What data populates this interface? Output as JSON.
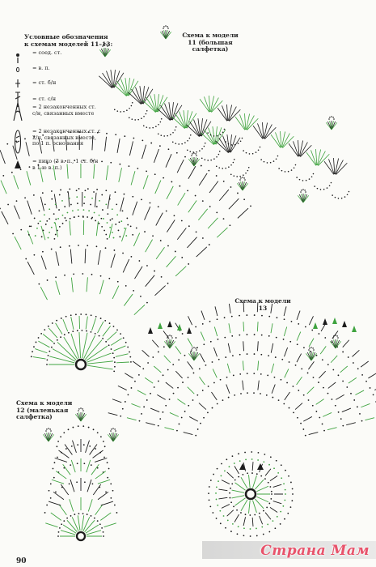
{
  "legend": {
    "title": "Условные обозначения к схемам моделей 11–13:",
    "items": [
      {
        "icon": "slip-stitch-icon",
        "text": "= соед. ст."
      },
      {
        "icon": "chain-icon",
        "text": "= в. п."
      },
      {
        "icon": "single-crochet-icon",
        "text": "= ст. б/н"
      },
      {
        "icon": "double-crochet-icon",
        "text": "= ст. с/н"
      },
      {
        "icon": "two-dc-together-icon",
        "text": "= 2 незаконченных ст. с/н, связанных вместе"
      },
      {
        "icon": "two-tr-together-icon",
        "text": "= 2 незаконченных ст. с 2/н, связанных вместе, по 1 п. осно вания"
      },
      {
        "icon": "picot-icon",
        "text": "= пико (3 в. п., 1 ст. б/н в 1-ю в. п.)"
      }
    ]
  },
  "diagrams": {
    "model11": {
      "title": "Схема к модели 11 (большая салфетка)"
    },
    "model12": {
      "title": "Схема к модели 12 (маленькая салфетка)"
    },
    "model13": {
      "title": "Схема к модели 13"
    }
  },
  "page_number": "90",
  "watermark": "Страна Мам",
  "colors": {
    "green": "#3fa33f",
    "black": "#1c1c1c",
    "watermark": "#e8536b"
  }
}
